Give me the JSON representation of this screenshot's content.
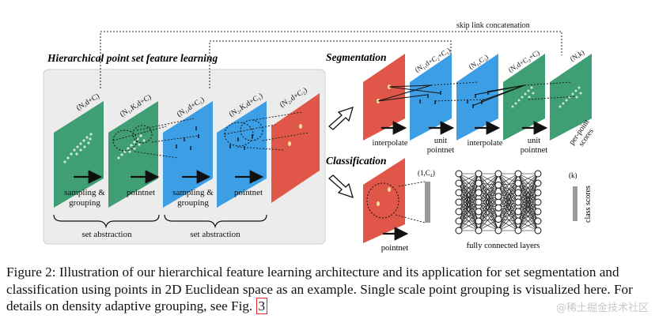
{
  "figure": {
    "top_note": "skip link concatenation",
    "hier_title": "Hierarchical point set feature learning",
    "seg_title": "Segmentation",
    "cls_title": "Classification",
    "hier": {
      "dims": [
        "(N,d+C)",
        "(N₁,K,d+C)",
        "(N₁,d+C₁)",
        "(N₂,K,d+C₁)",
        "(N₂,d+C₂)"
      ],
      "ops": {
        "sample1a": "sampling &",
        "sample1b": "grouping",
        "pointnet1": "pointnet",
        "sample2a": "sampling &",
        "sample2b": "grouping",
        "pointnet2": "pointnet"
      },
      "set_abstraction": [
        "set abstraction",
        "set abstraction"
      ]
    },
    "seg": {
      "dims": [
        "(N₁,d+C₂+C₁)",
        "(N₁,C₃)",
        "(N,d+C₃+C)",
        "(N,k)"
      ],
      "ops": {
        "interp1": "interpolate",
        "unit1a": "unit",
        "unit1b": "pointnet",
        "interp2": "interpolate",
        "unit2a": "unit",
        "unit2b": "pointnet",
        "scores_a": "per-point",
        "scores_b": "scores"
      }
    },
    "cls": {
      "vec_dim": "(1,C₄)",
      "pointnet": "pointnet",
      "fc": "fully connected layers",
      "out_dim": "(k)",
      "scores": "class scores"
    },
    "colors": {
      "green": "#3f9e73",
      "blue": "#3c9ee4",
      "red": "#e0574a",
      "panel": "#ececec",
      "gray_bar": "#9a9a9a"
    }
  },
  "caption": {
    "text": "Figure 2: Illustration of our hierarchical feature learning architecture and its application for set segmentation and classification using points in 2D Euclidean space as an example. Single scale point grouping is visualized here. For details on density adaptive grouping, see Fig. ",
    "ref": "3"
  },
  "watermark": "@稀土掘金技术社区"
}
